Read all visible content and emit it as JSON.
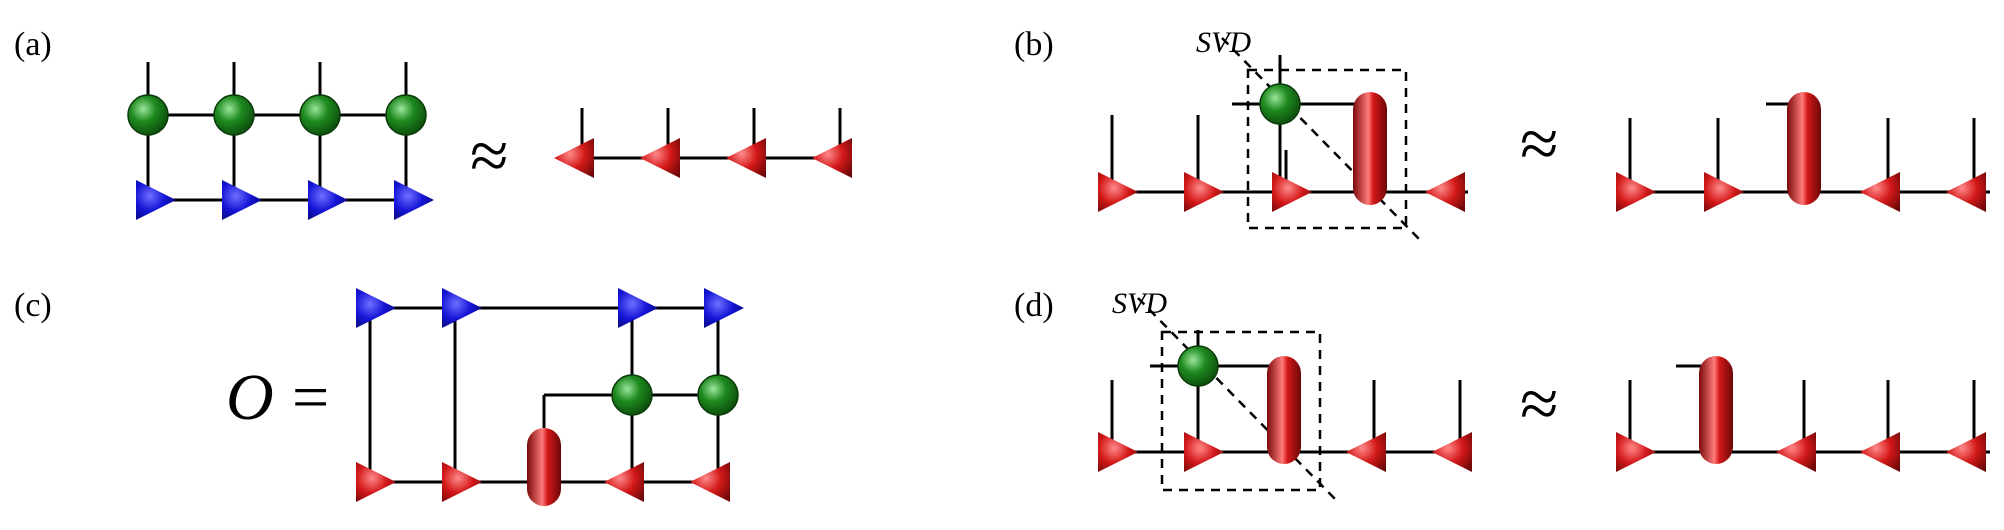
{
  "panels": [
    {
      "id": "a",
      "label": "(a)"
    },
    {
      "id": "b",
      "label": "(b)"
    },
    {
      "id": "c",
      "label": "(c)"
    },
    {
      "id": "d",
      "label": "(d)"
    }
  ],
  "symbols": {
    "approx": "≈",
    "equals": "=",
    "operator": "O",
    "svd": "SVD"
  },
  "colors": {
    "green_node": "#1f8a1f",
    "blue_triangle": "#1414d6",
    "red_tensor": "#cf1414",
    "line": "#000000"
  }
}
